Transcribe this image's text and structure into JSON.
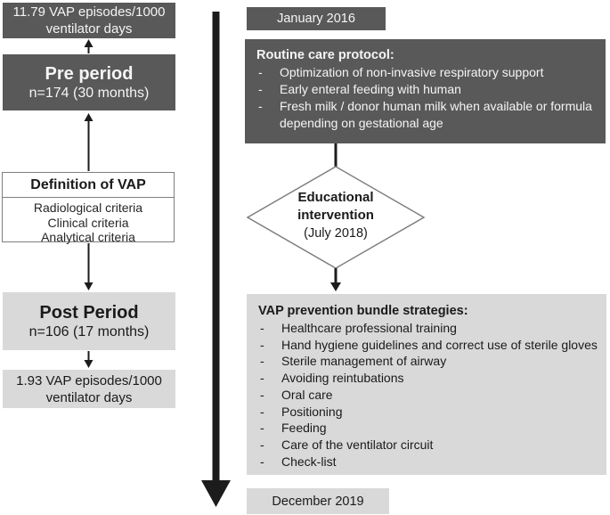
{
  "colors": {
    "dark_box": "#595959",
    "light_box": "#d9d9d9",
    "dark_box_text": "#f5f5f5",
    "ink": "#1a1a1a",
    "line": "#1c1c1c",
    "border_gray": "#7f7f7f"
  },
  "left_column": {
    "pre_rate": "11.79 VAP episodes/1000 ventilator days",
    "pre_period": {
      "title": "Pre period",
      "subtitle": "n=174 (30 months)"
    },
    "definition": {
      "title": "Definition of VAP",
      "items": [
        "Radiological criteria",
        "Clinical criteria",
        "Analytical criteria"
      ]
    },
    "post_period": {
      "title": "Post Period",
      "subtitle": "n=106 (17 months)"
    },
    "post_rate": "1.93 VAP episodes/1000 ventilator days"
  },
  "timeline": {
    "start": "January 2016",
    "end": "December 2019"
  },
  "right_column": {
    "routine": {
      "title": "Routine care protocol:",
      "items": [
        "Optimization of non-invasive respiratory support",
        "Early enteral feeding with human",
        "Fresh milk / donor human milk when available or formula depending on gestational age"
      ]
    },
    "intervention": {
      "title_line1": "Educational",
      "title_line2": "intervention",
      "subtitle": "(July 2018)"
    },
    "bundle": {
      "title": "VAP prevention bundle strategies:",
      "items": [
        "Healthcare professional training",
        "Hand hygiene guidelines and correct use of sterile gloves",
        "Sterile management of airway",
        "Avoiding reintubations",
        "Oral care",
        "Positioning",
        "Feeding",
        "Care of the ventilator circuit",
        "Check-list"
      ]
    }
  }
}
